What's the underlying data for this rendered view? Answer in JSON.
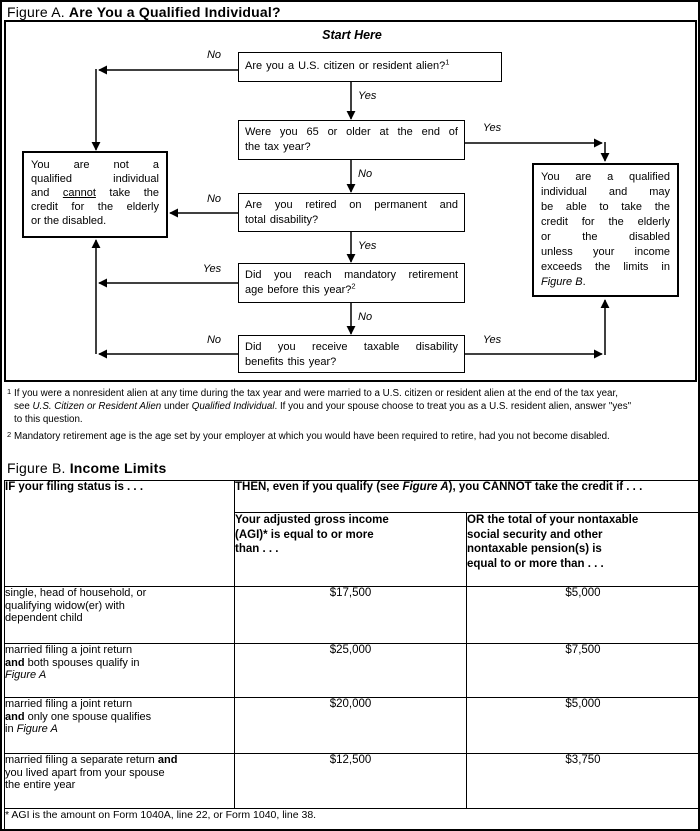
{
  "figure_a": {
    "label": "Figure A.",
    "title": "Are You a Qualified Individual?",
    "start_here": "Start Here",
    "yes": "Yes",
    "no": "No",
    "q1": {
      "text": "Are you a U.S. citizen or resident alien?",
      "sup": "1"
    },
    "q2": {
      "line1": "Were you 65 or older at the end of",
      "line2": "the tax year?"
    },
    "q3": {
      "line1": "Are you retired on permanent and",
      "line2": "total disability?"
    },
    "q4": {
      "line1": "Did you reach mandatory retirement",
      "line2": "age before this year?",
      "sup": "2"
    },
    "q5": {
      "line1": "Did you receive taxable disability",
      "line2": "benefits this year?"
    },
    "not_qualified": {
      "l1": "You are not a",
      "l2": "qualified individual",
      "l3a": "and ",
      "l3b": "cannot",
      "l3c": " take the",
      "l4": "credit for the elderly",
      "l5": "or the disabled."
    },
    "qualified": {
      "l1": "You are a qualified",
      "l2": "individual and may",
      "l3": "be able to take the",
      "l4": "credit for the elderly",
      "l5": "or the disabled",
      "l6": "unless your income",
      "l7": "exceeds the limits in",
      "l8a": "Figure B",
      "l8b": "."
    },
    "footnote1": {
      "ref": "1",
      "l1": "If you were a nonresident alien at any time during the tax year and were married to a U.S. citizen or resident alien at the end of the tax year,",
      "l2a": "see ",
      "l2b": "U.S. Citizen or Resident Alien",
      "l2c": " under ",
      "l2d": "Qualified Individual",
      "l2e": ". If you and your spouse choose to treat you as a U.S. resident alien, answer \"yes\"",
      "l3": "to this question."
    },
    "footnote2": {
      "ref": "2",
      "text": "Mandatory retirement age is the age set by your employer at which you would have been required to retire, had you not become disabled."
    }
  },
  "figure_b": {
    "label": "Figure B.",
    "title": "Income Limits",
    "table": {
      "if_header": "IF your filing status is . . .",
      "then_header": {
        "a": "THEN, even if you qualify (see ",
        "b": "Figure A",
        "c": "), you CANNOT take the credit if . . ."
      },
      "agi_header": {
        "l1": "Your adjusted gross income",
        "l2": "(AGI)* is equal to or more",
        "l3": "than . . ."
      },
      "ss_header": {
        "l1": "OR the total of your nontaxable",
        "l2": "social security and other",
        "l3": "nontaxable pension(s) is",
        "l4": "equal to or more than . . ."
      },
      "rows": [
        {
          "l1": "single, head of household, or",
          "l2": "qualifying widow(er) with",
          "l3": "dependent child",
          "agi": "$17,500",
          "ss": "$5,000"
        },
        {
          "l1": "married filing a joint return",
          "l2a": "and",
          "l2b": " both spouses qualify in",
          "l3i": "Figure A",
          "agi": "$25,000",
          "ss": "$7,500"
        },
        {
          "l1": "married filing a joint return",
          "l2a": "and",
          "l2b": " only one spouse qualifies",
          "l3a": "in ",
          "l3i": "Figure A",
          "agi": "$20,000",
          "ss": "$5,000"
        },
        {
          "l1a": "married filing a separate return ",
          "l1b": "and",
          "l2": "you lived apart from your spouse",
          "l3": "the entire year",
          "agi": "$12,500",
          "ss": "$3,750"
        }
      ],
      "footnote": "* AGI is the amount on Form 1040A, line 22, or Form 1040, line 38."
    }
  }
}
